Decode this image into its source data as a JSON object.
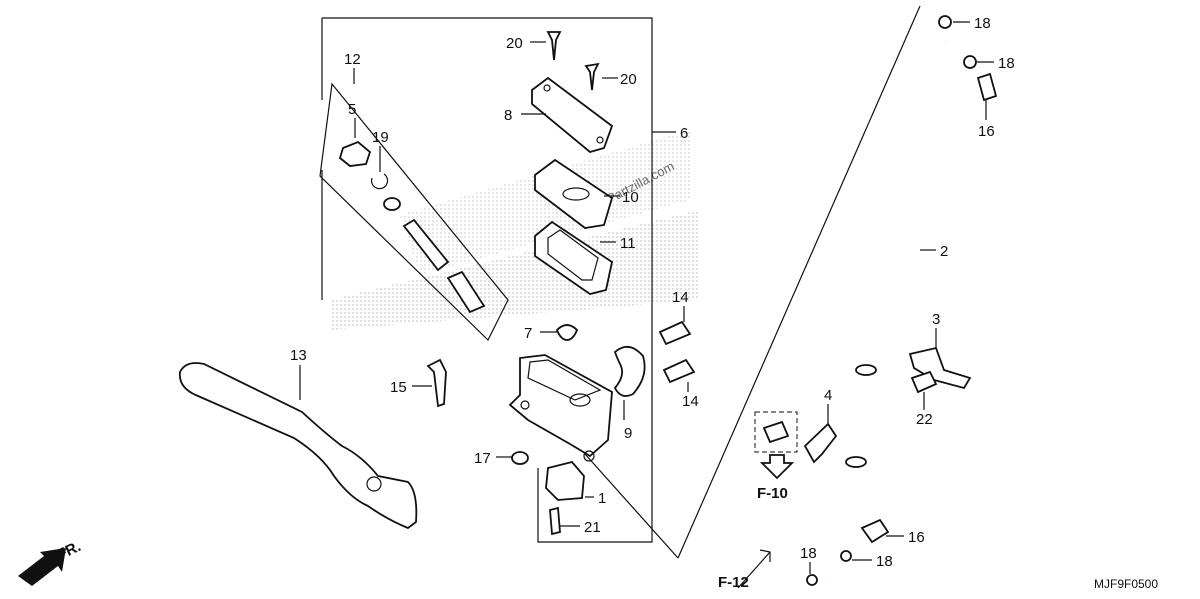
{
  "diagram_code": "MJF9F0500",
  "watermark": "© Partzilla.com",
  "front_indicator": "FR.",
  "references": {
    "ref_a": "F-10",
    "ref_b": "F-12"
  },
  "callouts": {
    "c1": "1",
    "c2": "2",
    "c3": "3",
    "c4": "4",
    "c5": "5",
    "c6": "6",
    "c7": "7",
    "c8": "8",
    "c9": "9",
    "c10": "10",
    "c11": "11",
    "c12": "12",
    "c13": "13",
    "c14a": "14",
    "c14b": "14",
    "c15": "15",
    "c16a": "16",
    "c16b": "16",
    "c17": "17",
    "c18a": "18",
    "c18b": "18",
    "c18c": "18",
    "c18d": "18",
    "c19": "19",
    "c20a": "20",
    "c20b": "20",
    "c21": "21",
    "c22": "22"
  }
}
